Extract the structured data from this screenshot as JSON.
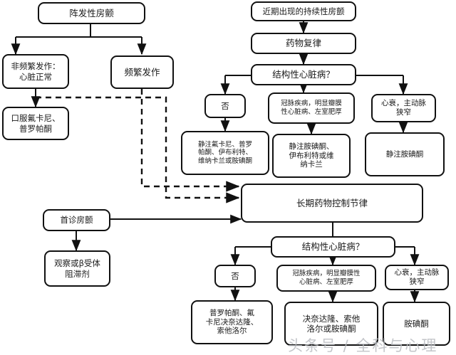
{
  "diagram": {
    "title_semantic": "atrial-fibrillation-rhythm-control-flowchart",
    "watermark": "头条号 / 全科与心理",
    "colors": {
      "stroke": "#111111",
      "background": "#ffffff",
      "text": "#1a1a1a",
      "watermark": "#b9bcc0"
    }
  },
  "nodes": {
    "paroxysmal_af": "阵发性房颤",
    "infrequent_normal_heart": "非频繁发作：\n心脏正常",
    "frequent_episodes": "频繁发作",
    "oral_flecainide_propafenone": "口服氟卡尼、\n普罗帕酮",
    "recent_persistent_af": "近期出现的持续性房颤",
    "pharmacologic_cardioversion": "药物复律",
    "structural_heart_disease_q_top": "结构性心脏病？",
    "no_top": "否",
    "cad_valvular_lvh_top": "冠脉疾病，明显瓣膜\n性心脏病、左室肥厚",
    "hf_aortic_stenosis_top": "心衰，主动脉\n狭窄",
    "iv_flecainide_group": "静注氟卡尼、普罗\n帕酮、伊布利特、\n维纳卡兰或胺碘酮",
    "iv_amiodarone_ibutilide_vernakalant": "静注胺碘酮、\n伊布利特或维\n纳卡兰",
    "iv_amiodarone": "静注胺碘酮",
    "first_diagnosed_af": "首诊房颤",
    "observe_or_beta_blocker": "观察或β受体\n阻滞剂",
    "long_term_rhythm_control": "长期药物控制节律",
    "structural_heart_disease_q_bottom": "结构性心脏病？",
    "no_bottom": "否",
    "cad_valvular_lvh_bottom": "冠脉疾病，明显瓣膜性\n心脏病、左室肥厚",
    "hf_aortic_stenosis_bottom": "心衰，主动脉\n狭窄",
    "propafenone_flecainide_dronedarone_sotalol": "普罗帕酮、氟\n卡尼决奈达隆、\n索他洛尔",
    "dronedarone_sotalol_amiodarone": "决奈达隆、索他\n洛尔或胺碘酮",
    "amiodarone": "胺碘酮"
  },
  "edges": [
    {
      "from": "paroxysmal_af",
      "to": "infrequent_normal_heart",
      "style": "solid"
    },
    {
      "from": "paroxysmal_af",
      "to": "frequent_episodes",
      "style": "solid"
    },
    {
      "from": "infrequent_normal_heart",
      "to": "oral_flecainide_propafenone",
      "style": "solid"
    },
    {
      "from": "infrequent_normal_heart",
      "to": "long_term_rhythm_control",
      "style": "dashed"
    },
    {
      "from": "frequent_episodes",
      "to": "long_term_rhythm_control",
      "style": "dashed"
    },
    {
      "from": "recent_persistent_af",
      "to": "pharmacologic_cardioversion",
      "style": "solid"
    },
    {
      "from": "pharmacologic_cardioversion",
      "to": "structural_heart_disease_q_top",
      "style": "solid"
    },
    {
      "from": "structural_heart_disease_q_top",
      "to": "no_top",
      "style": "solid"
    },
    {
      "from": "structural_heart_disease_q_top",
      "to": "cad_valvular_lvh_top",
      "style": "solid"
    },
    {
      "from": "structural_heart_disease_q_top",
      "to": "hf_aortic_stenosis_top",
      "style": "solid"
    },
    {
      "from": "no_top",
      "to": "iv_flecainide_group",
      "style": "solid"
    },
    {
      "from": "cad_valvular_lvh_top",
      "to": "iv_amiodarone_ibutilide_vernakalant",
      "style": "solid"
    },
    {
      "from": "hf_aortic_stenosis_top",
      "to": "iv_amiodarone",
      "style": "solid"
    },
    {
      "from": "first_diagnosed_af",
      "to": "observe_or_beta_blocker",
      "style": "solid"
    },
    {
      "from": "first_diagnosed_af",
      "to": "long_term_rhythm_control",
      "style": "solid"
    },
    {
      "from": "long_term_rhythm_control",
      "to": "structural_heart_disease_q_bottom",
      "style": "solid"
    },
    {
      "from": "structural_heart_disease_q_bottom",
      "to": "no_bottom",
      "style": "solid"
    },
    {
      "from": "structural_heart_disease_q_bottom",
      "to": "cad_valvular_lvh_bottom",
      "style": "solid"
    },
    {
      "from": "structural_heart_disease_q_bottom",
      "to": "hf_aortic_stenosis_bottom",
      "style": "solid"
    },
    {
      "from": "no_bottom",
      "to": "propafenone_flecainide_dronedarone_sotalol",
      "style": "solid"
    },
    {
      "from": "cad_valvular_lvh_bottom",
      "to": "dronedarone_sotalol_amiodarone",
      "style": "solid"
    },
    {
      "from": "hf_aortic_stenosis_bottom",
      "to": "amiodarone",
      "style": "solid"
    }
  ]
}
